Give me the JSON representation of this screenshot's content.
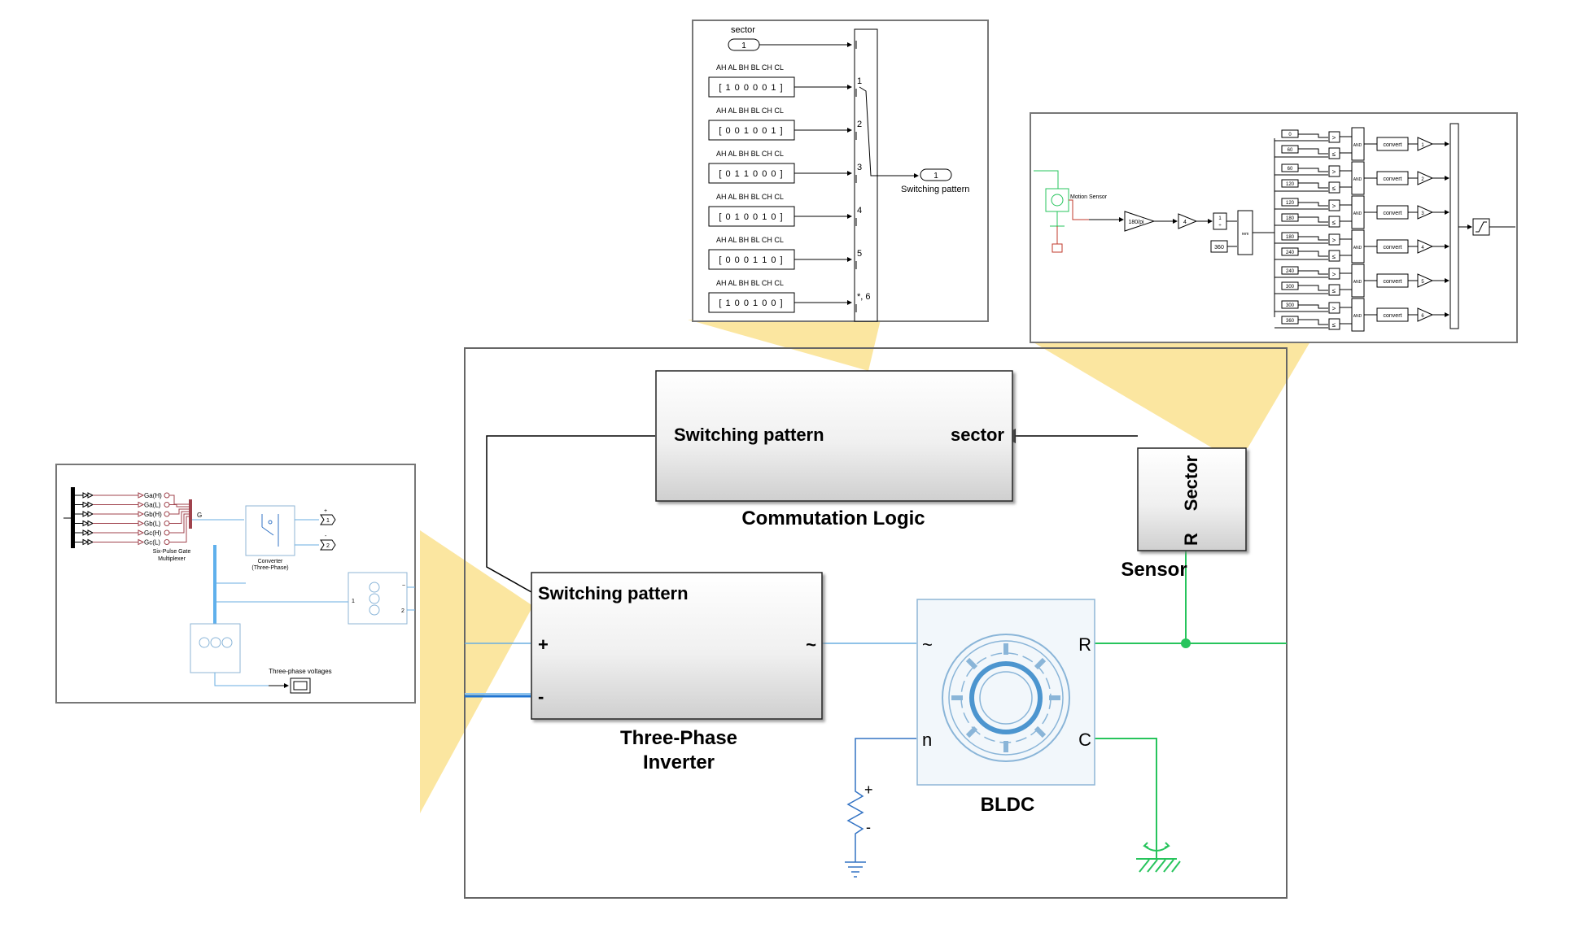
{
  "main": {
    "commutation_block": {
      "port_left": "Switching pattern",
      "port_right": "sector",
      "caption": "Commutation Logic"
    },
    "sensor_block": {
      "port_top": "Sector",
      "port_bottom": "R",
      "caption": "Sensor"
    },
    "inverter_block": {
      "port_top": "Switching pattern",
      "port_plus": "+",
      "port_minus": "-",
      "port_ac": "~",
      "caption_line1": "Three-Phase",
      "caption_line2": "Inverter"
    },
    "bldc_block": {
      "port_ac": "~",
      "port_n": "n",
      "port_r": "R",
      "port_c": "C",
      "caption": "BLDC"
    },
    "source": {
      "plus": "+",
      "minus": "-"
    }
  },
  "commutation_detail": {
    "sector_label": "sector",
    "sector_value": "1",
    "header": "AH AL BH BL CH CL",
    "rows": [
      {
        "value": "[ 1 0 0 0 0 1 ]",
        "port": "1"
      },
      {
        "value": "[ 0 0 1 0 0 1 ]",
        "port": "2"
      },
      {
        "value": "[ 0 1 1 0 0 0 ]",
        "port": "3"
      },
      {
        "value": "[ 0 1 0 0 1 0 ]",
        "port": "4"
      },
      {
        "value": "[ 0 0 0 1 1 0 ]",
        "port": "5"
      },
      {
        "value": "[ 1 0 0 1 0 0 ]",
        "port": "*, 6"
      }
    ],
    "output_value": "1",
    "output_label": "Switching pattern"
  },
  "sensor_detail": {
    "motion_sensor": "Motion Sensor",
    "gain": "180/pi",
    "offset": "4",
    "divide": "1",
    "divide2": "÷",
    "const360": "360",
    "rem": "rem",
    "sectors": [
      {
        "low": "0",
        "high": "60",
        "out": "1"
      },
      {
        "low": "60",
        "high": "120",
        "out": "2"
      },
      {
        "low": "120",
        "high": "180",
        "out": "3"
      },
      {
        "low": "180",
        "high": "240",
        "out": "4"
      },
      {
        "low": "240",
        "high": "300",
        "out": "5"
      },
      {
        "low": "300",
        "high": "360",
        "out": "6"
      }
    ],
    "gt": ">",
    "le": "≤",
    "and": "AND",
    "convert": "convert"
  },
  "inverter_detail": {
    "gates": [
      "Ga(H)",
      "Ga(L)",
      "Gb(H)",
      "Gb(L)",
      "Gc(H)",
      "Gc(L)"
    ],
    "mux_label_line1": "Six-Pulse Gate",
    "mux_label_line2": "Multiplexer",
    "g_label": "G",
    "converter_line1": "Converter",
    "converter_line2": "(Three-Phase)",
    "out1": "1",
    "out2": "2",
    "plus": "+",
    "minus": "-",
    "tilde": "~",
    "one": "1",
    "voltages": "Three-phase voltages"
  }
}
